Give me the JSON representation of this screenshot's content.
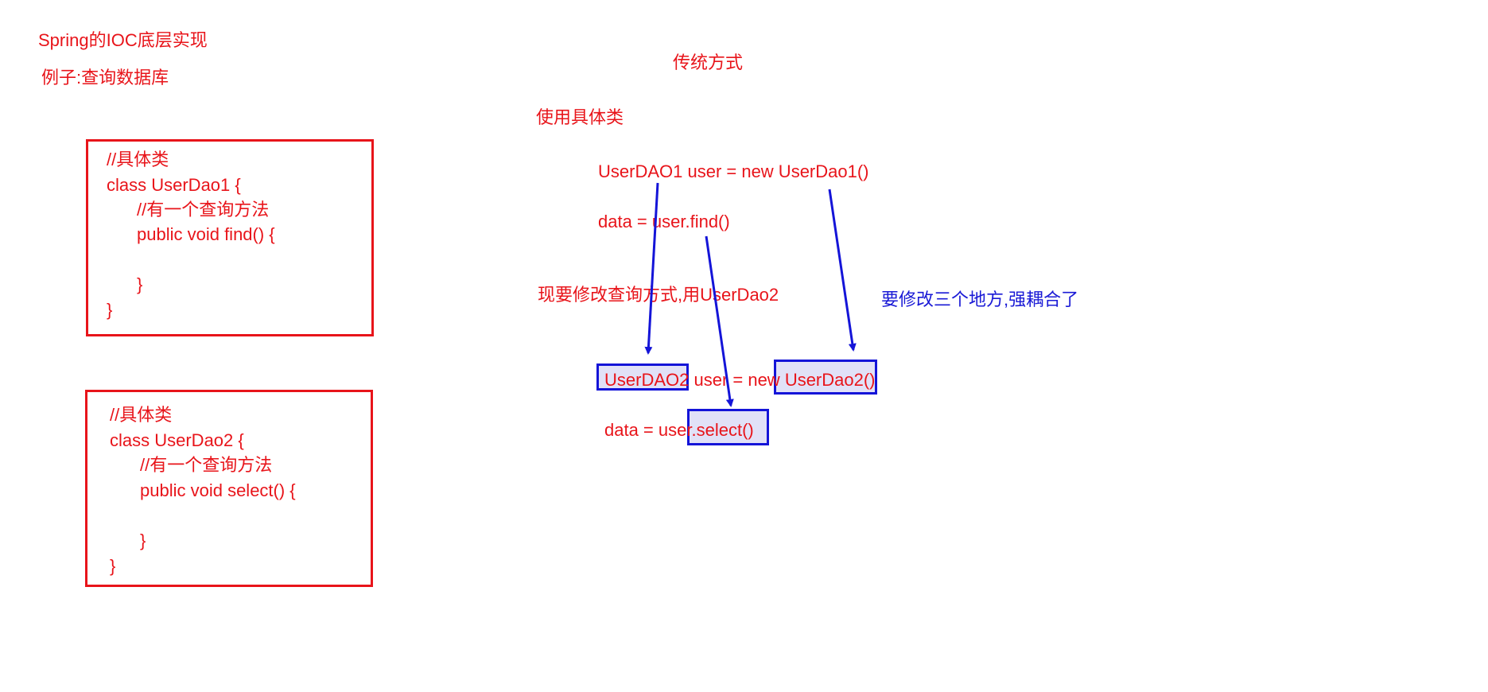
{
  "header": {
    "title": "Spring的IOC底层实现",
    "example": "例子:查询数据库"
  },
  "section": {
    "heading": "传统方式",
    "subheading": "使用具体类"
  },
  "code_box_1": {
    "lines": [
      "//具体类",
      "class UserDao1 {",
      "//有一个查询方法",
      "public void find() {",
      "}",
      "}"
    ]
  },
  "code_box_2": {
    "lines": [
      "//具体类",
      "class UserDao2 {",
      "//有一个查询方法",
      "public void select() {",
      "}",
      "}"
    ]
  },
  "original_code": {
    "line1": "UserDAO1 user = new UserDao1()",
    "line2": "data = user.find()"
  },
  "change_note": "现要修改查询方式,用UserDao2",
  "coupling_note": "要修改三个地方,强耦合了",
  "modified_code": {
    "line1_type": "UserDAO2",
    "line1_mid": " user = new ",
    "line1_ctor": "UserDao2()",
    "line2_prefix": "data = user",
    "line2_call": ".select()"
  },
  "colors": {
    "text": "#e8141a",
    "box_border": "#e8141a",
    "arrow": "#1414d8",
    "highlight_border": "#1414d8",
    "highlight_fill": "#d8d8f4"
  },
  "icons": {
    "arrow_head": "arrow-head-icon"
  }
}
